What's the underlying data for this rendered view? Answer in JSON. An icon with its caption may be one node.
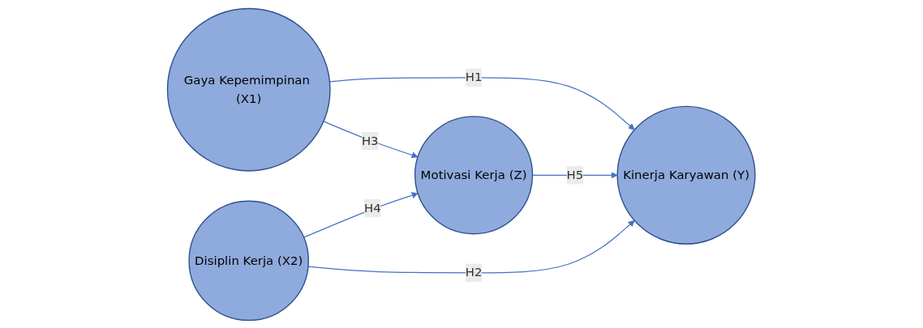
{
  "diagram": {
    "nodes": [
      {
        "text": [
          "Gaya Kepemimpinan (X1)"
        ]
      },
      {
        "text": [
          "Disiplin Kerja (X2)"
        ]
      },
      {
        "text": [
          "Motivasi Kerja (Z)"
        ]
      },
      {
        "text": [
          "Kinerja Karyawan (Y)"
        ]
      }
    ],
    "edges": [
      {
        "from": 0,
        "to": 3,
        "arrow": "to",
        "label": "H1"
      },
      {
        "from": 0,
        "to": 2,
        "arrow": "to",
        "label": "H3"
      },
      {
        "from": 1,
        "to": 2,
        "arrow": "to",
        "label": "H4"
      },
      {
        "from": 1,
        "to": 3,
        "arrow": "to",
        "label": "H2"
      },
      {
        "from": 2,
        "to": 3,
        "arrow": "to",
        "label": "H5"
      }
    ]
  }
}
